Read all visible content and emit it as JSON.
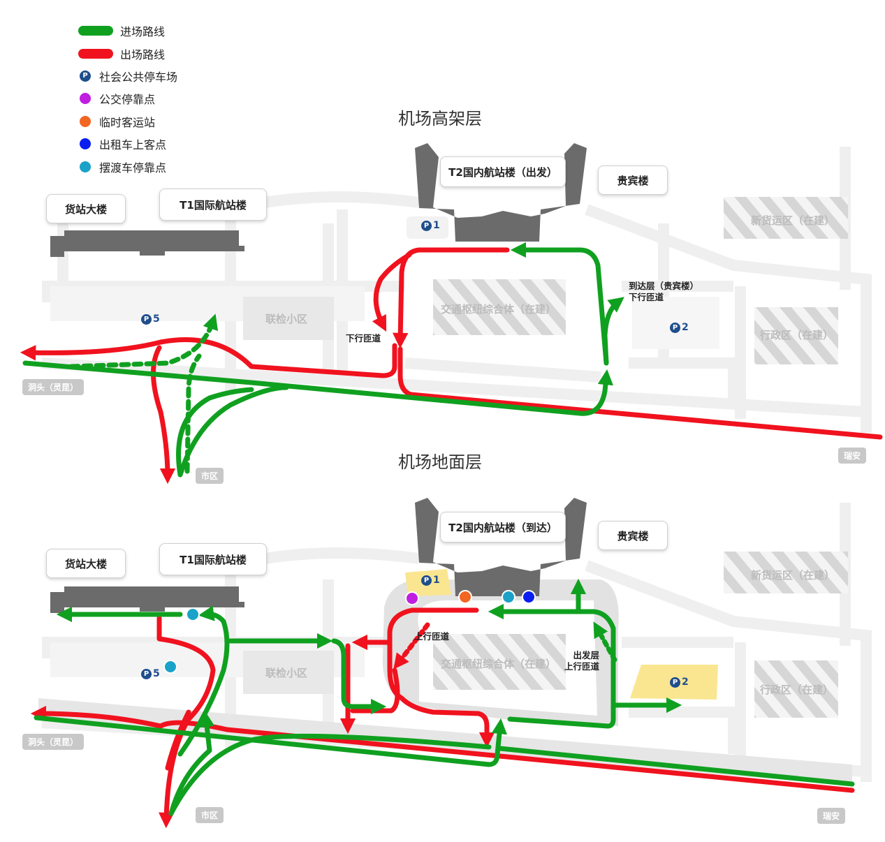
{
  "legend": [
    {
      "type": "line",
      "color": "#10a020",
      "label": "进场路线",
      "icon": "entry-route-line"
    },
    {
      "type": "line",
      "color": "#f0121e",
      "label": "出场路线",
      "icon": "exit-route-line"
    },
    {
      "type": "parking",
      "color": "#1f4e8c",
      "symbol": "P",
      "label": "社会公共停车场",
      "icon": "parking-icon"
    },
    {
      "type": "dot",
      "color": "#c01ee0",
      "label": "公交停靠点",
      "icon": "bus-stop-icon"
    },
    {
      "type": "dot",
      "color": "#f26522",
      "label": "临时客运站",
      "icon": "coach-station-icon"
    },
    {
      "type": "dot",
      "color": "#0a1ef0",
      "label": "出租车上客点",
      "icon": "taxi-pickup-icon"
    },
    {
      "type": "dot",
      "color": "#1aa2c8",
      "label": "摆渡车停靠点",
      "icon": "shuttle-stop-icon"
    }
  ],
  "upper": {
    "title": "机场高架层",
    "terminal_label": "T2国内航站楼（出发）",
    "vip_label": "贵宾楼",
    "cargo_label": "货站大楼",
    "t1_label": "T1国际航站楼",
    "hub_label": "交通枢纽综合体（在建）",
    "inspection_label": "联检小区",
    "cargo_new_label": "新货运区（在建）",
    "admin_label": "行政区（在建）",
    "ramp_down_label": "下行匝道",
    "arrival_ramp_label": "到达层（贵宾楼）\n下行匝道",
    "p1": "1",
    "p2": "2",
    "p5": "5",
    "p_symbol": "P",
    "road_west": "洞头（灵昆）",
    "road_city": "市区",
    "road_east": "瑞安"
  },
  "lower": {
    "title": "机场地面层",
    "terminal_label": "T2国内航站楼（到达）",
    "vip_label": "贵宾楼",
    "cargo_label": "货站大楼",
    "t1_label": "T1国际航站楼",
    "hub_label": "交通枢纽综合体（在建）",
    "inspection_label": "联检小区",
    "cargo_new_label": "新货运区（在建）",
    "admin_label": "行政区（在建）",
    "ramp_up_label": "上行匝道",
    "departure_ramp_label": "出发层\n上行匝道",
    "p1": "1",
    "p2": "2",
    "p5": "5",
    "p_symbol": "P",
    "road_west": "洞头（灵昆）",
    "road_city": "市区",
    "road_east": "瑞安"
  },
  "colors": {
    "entry": "#10a020",
    "exit": "#f0121e",
    "building": "#6b6b6b",
    "road": "#ececec",
    "parking_hi": "#fae690"
  }
}
